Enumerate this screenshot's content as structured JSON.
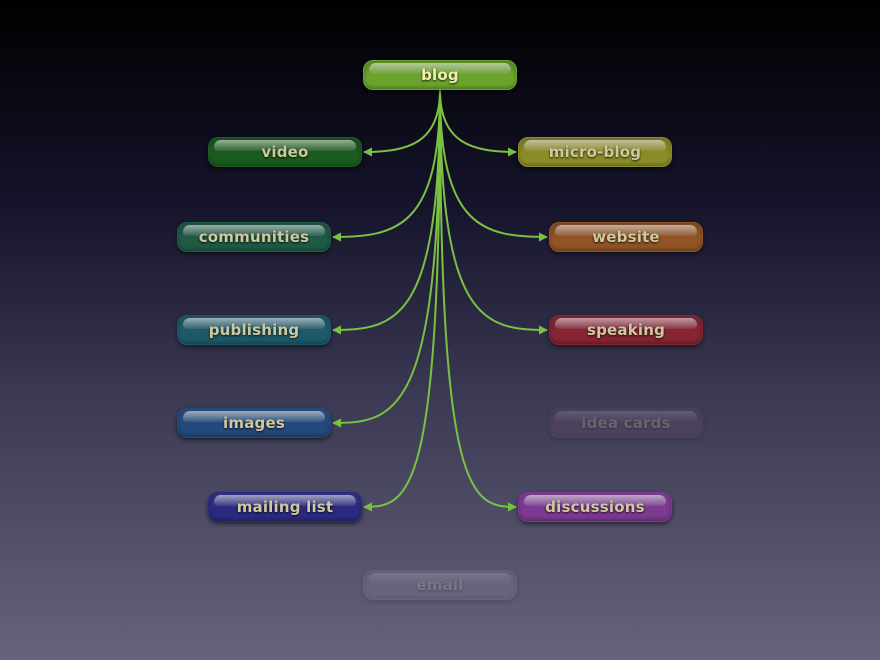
{
  "diagram": {
    "edge_color": "#7ac143",
    "nodes": [
      {
        "id": "blog",
        "label": "blog",
        "color": "#6aa42c",
        "role": "root"
      },
      {
        "id": "video",
        "label": "video",
        "color": "#1b5c1f"
      },
      {
        "id": "micro-blog",
        "label": "micro-blog",
        "color": "#8c8c26"
      },
      {
        "id": "communities",
        "label": "communities",
        "color": "#1f5a45"
      },
      {
        "id": "website",
        "label": "website",
        "color": "#915424"
      },
      {
        "id": "publishing",
        "label": "publishing",
        "color": "#1f5968"
      },
      {
        "id": "speaking",
        "label": "speaking",
        "color": "#852433"
      },
      {
        "id": "images",
        "label": "images",
        "color": "#234a7c"
      },
      {
        "id": "idea-cards",
        "label": "idea cards",
        "color": "#6a4a6c",
        "faded": true
      },
      {
        "id": "mailing-list",
        "label": "mailing list",
        "color": "#2b2a80"
      },
      {
        "id": "discussions",
        "label": "discussions",
        "color": "#7c3a90"
      },
      {
        "id": "email",
        "label": "email",
        "color": "#8a82a6",
        "faded": true
      }
    ],
    "edges": [
      {
        "from": "blog",
        "to": "video"
      },
      {
        "from": "blog",
        "to": "micro-blog"
      },
      {
        "from": "blog",
        "to": "communities"
      },
      {
        "from": "blog",
        "to": "website"
      },
      {
        "from": "blog",
        "to": "publishing"
      },
      {
        "from": "blog",
        "to": "speaking"
      },
      {
        "from": "blog",
        "to": "images"
      },
      {
        "from": "blog",
        "to": "mailing-list"
      },
      {
        "from": "blog",
        "to": "discussions"
      }
    ]
  }
}
